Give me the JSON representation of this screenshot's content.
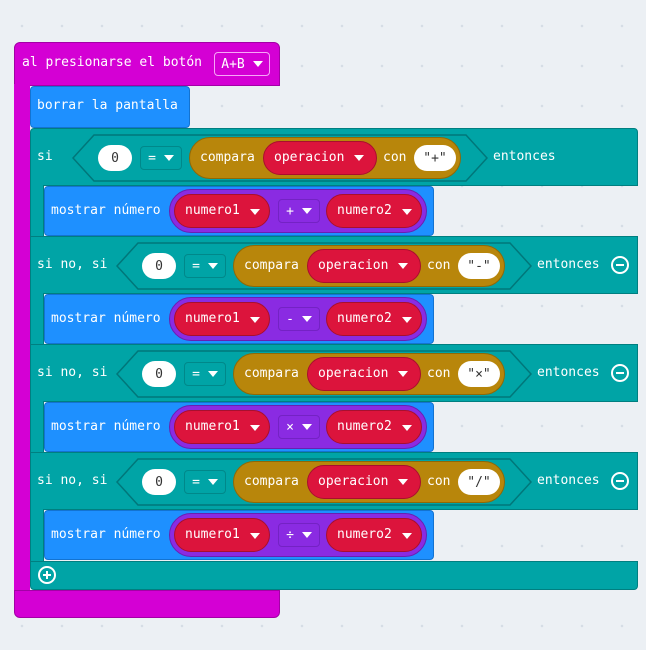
{
  "event": {
    "label": "al presionarse el botón",
    "button": "A+B"
  },
  "clear_screen": "borrar la pantalla",
  "branches": [
    {
      "keyword": "si",
      "left_value": "0",
      "comparator": "=",
      "compare_label": "compara",
      "variable": "operacion",
      "with_label": "con",
      "string_value": "\"+\"",
      "then_label": "entonces",
      "show_label": "mostrar número",
      "operand1": "numero1",
      "operator": "+",
      "operand2": "numero2"
    },
    {
      "keyword": "si no, si",
      "left_value": "0",
      "comparator": "=",
      "compare_label": "compara",
      "variable": "operacion",
      "with_label": "con",
      "string_value": "\"-\"",
      "then_label": "entonces",
      "show_label": "mostrar número",
      "operand1": "numero1",
      "operator": "-",
      "operand2": "numero2"
    },
    {
      "keyword": "si no, si",
      "left_value": "0",
      "comparator": "=",
      "compare_label": "compara",
      "variable": "operacion",
      "with_label": "con",
      "string_value": "\"×\"",
      "then_label": "entonces",
      "show_label": "mostrar número",
      "operand1": "numero1",
      "operator": "×",
      "operand2": "numero2"
    },
    {
      "keyword": "si no, si",
      "left_value": "0",
      "comparator": "=",
      "compare_label": "compara",
      "variable": "operacion",
      "with_label": "con",
      "string_value": "\"/\"",
      "then_label": "entonces",
      "show_label": "mostrar número",
      "operand1": "numero1",
      "operator": "÷",
      "operand2": "numero2"
    }
  ],
  "colors": {
    "event": "#d400d4",
    "basic": "#1e90ff",
    "logic": "#00a4a6",
    "text": "#b8860b",
    "variable": "#dc143c",
    "math": "#8a2be2"
  }
}
